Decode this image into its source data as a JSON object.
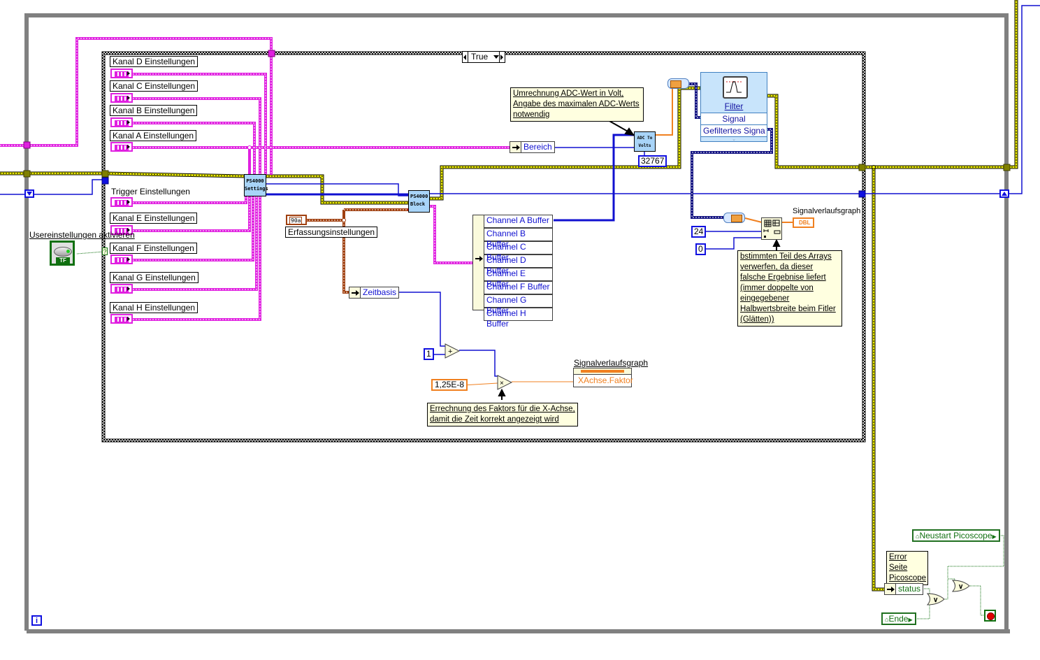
{
  "case_structure": {
    "selector_value": "True"
  },
  "cluster_constants": [
    {
      "label": "Kanal D Einstellungen"
    },
    {
      "label": "Kanal C Einstellungen"
    },
    {
      "label": "Kanal B Einstellungen"
    },
    {
      "label": "Kanal A Einstellungen"
    },
    {
      "label": "Trigger Einstellungen"
    },
    {
      "label": "Kanal E Einstellungen"
    },
    {
      "label": "Kanal F Einstellungen"
    },
    {
      "label": "Kanal G Einstellungen"
    },
    {
      "label": "Kanal H Einstellungen"
    }
  ],
  "bool_control": {
    "label": "Usereinstellungen aktivieren",
    "tag": "TF"
  },
  "subvis": {
    "settings": {
      "line1": "PS4000",
      "line2": "Settings"
    },
    "block": {
      "line1": "PS4000",
      "line2": "Block"
    },
    "adc": {
      "line1": "ADC To",
      "line2": "Volts"
    }
  },
  "acquisition": {
    "label": "Erfassungsinstellungen",
    "tag": "90a"
  },
  "unbundle_bereich": {
    "field": "Bereich"
  },
  "unbundle_zeitbasis": {
    "field": "Zeitbasis"
  },
  "channel_buffers": [
    "Channel A Buffer",
    "Channel B Buffer",
    "Channel C Buffer",
    "Channel D Buffer",
    "Channel E Buffer",
    "Channel F Buffer",
    "Channel G Buffer",
    "Channel H Buffer"
  ],
  "constants": {
    "adc_max": "32767",
    "one": "1",
    "factor": "1,25E-8",
    "subset_index": "24",
    "subset_zero": "0"
  },
  "comments": {
    "adc": "Umrechnung ADC-Wert in Volt, Angabe des maximalen ADC-Werts notwendig",
    "array": "bstimmten Teil des Arrays verwerfen, da dieser falsche Ergebnise liefert (immer doppelte von eingegebener Halbwertsbreite beim Fitler (Glätten))",
    "xaxis": "Errechnung des Faktors für die X-Achse, damit die Zeit korrekt angezeigt wird",
    "error": "Error Seite Picoscope"
  },
  "filter_express": {
    "title": "Filter",
    "input": "Signal",
    "output": "Gefiltertes Signa"
  },
  "graph": {
    "label": "Signalverlaufsgraph",
    "terminal": "DBL"
  },
  "property_node": {
    "label": "Signalverlaufsgraph",
    "property": "XAchse.Faktor"
  },
  "ops": {
    "add": "+",
    "multiply": "×",
    "or": "∨"
  },
  "error_unbundle": {
    "field": "status"
  },
  "local_vars": {
    "restart": "Neustart Picoscope",
    "end": "Ende"
  },
  "info_icon": "i"
}
